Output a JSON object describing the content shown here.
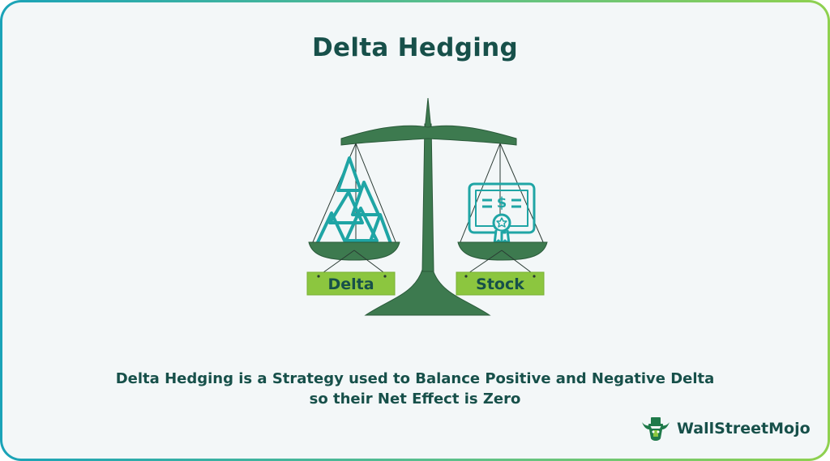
{
  "title": "Delta Hedging",
  "scale": {
    "left_label": "Delta",
    "right_label": "Stock"
  },
  "caption": {
    "line1": "Delta Hedging is a Strategy used to Balance Positive and Negative Delta",
    "line2": "so their Net Effect is Zero"
  },
  "logo": {
    "text": "WallStreetMojo"
  },
  "colors": {
    "scale_green": "#3d7a4f",
    "teal": "#1fa5a5",
    "label_bg": "#8cc63f",
    "title": "#17504a"
  },
  "icons": [
    "triangle-icon",
    "certificate-icon",
    "dollar-icon",
    "bull-logo-icon"
  ]
}
